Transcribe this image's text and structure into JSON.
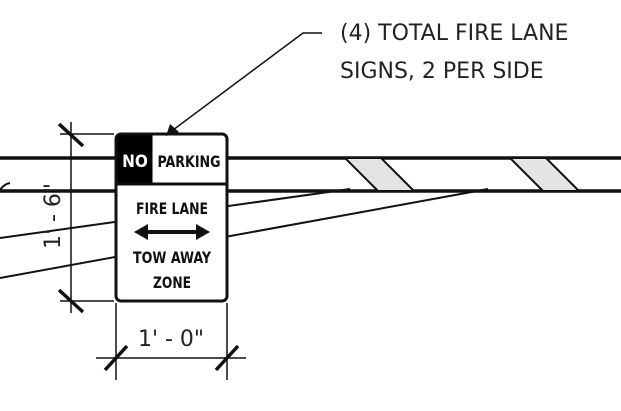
{
  "callout": {
    "line1": "(4) TOTAL FIRE LANE",
    "line2": "SIGNS, 2 PER SIDE"
  },
  "sign": {
    "no": "NO",
    "parking": "PARKING",
    "fire_lane": "FIRE LANE",
    "tow_away": "TOW AWAY",
    "zone": "ZONE"
  },
  "dimensions": {
    "height": "1' - 6\"",
    "width": "1' - 0\""
  },
  "colors": {
    "line": "#111111",
    "hatch_fill": "#e4e4e4",
    "sign_header": "#000000",
    "background": "#ffffff"
  }
}
